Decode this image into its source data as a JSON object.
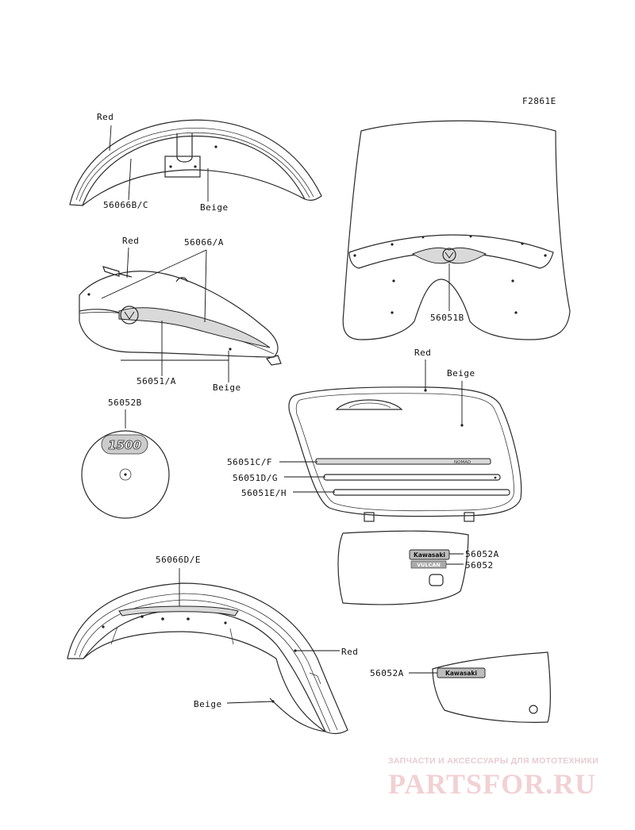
{
  "figure_code": "F2861E",
  "labels": {
    "front_fender_red": "Red",
    "front_fender_part": "56066B/C",
    "front_fender_beige": "Beige",
    "tank_red": "Red",
    "tank_part_stripe": "56066/A",
    "tank_part_emblem": "56051/A",
    "tank_beige": "Beige",
    "windshield_part": "56051B",
    "badge_part": "56052B",
    "badge_text": "1500",
    "saddlebag_red": "Red",
    "saddlebag_beige": "Beige",
    "saddlebag_part_cf": "56051C/F",
    "saddlebag_part_dg": "56051D/G",
    "saddlebag_part_eh": "56051E/H",
    "saddlebag_stripe_text": "NOMAD",
    "side_cover_part_a": "56052A",
    "side_cover_part": "56052",
    "side_cover_brand": "Kawasaki",
    "side_cover_model": "VULCAN",
    "rear_fender_part": "56066D/E",
    "rear_fender_red": "Red",
    "rear_fender_beige": "Beige",
    "side_cover2_part": "56052A",
    "side_cover2_brand": "Kawasaki"
  },
  "watermark": {
    "subtitle": "ЗАПЧАСТИ И АКСЕССУАРЫ ДЛЯ МОТОТЕХНИКИ",
    "title": "PARTSFOR.RU",
    "color": "#e8b8bd"
  }
}
